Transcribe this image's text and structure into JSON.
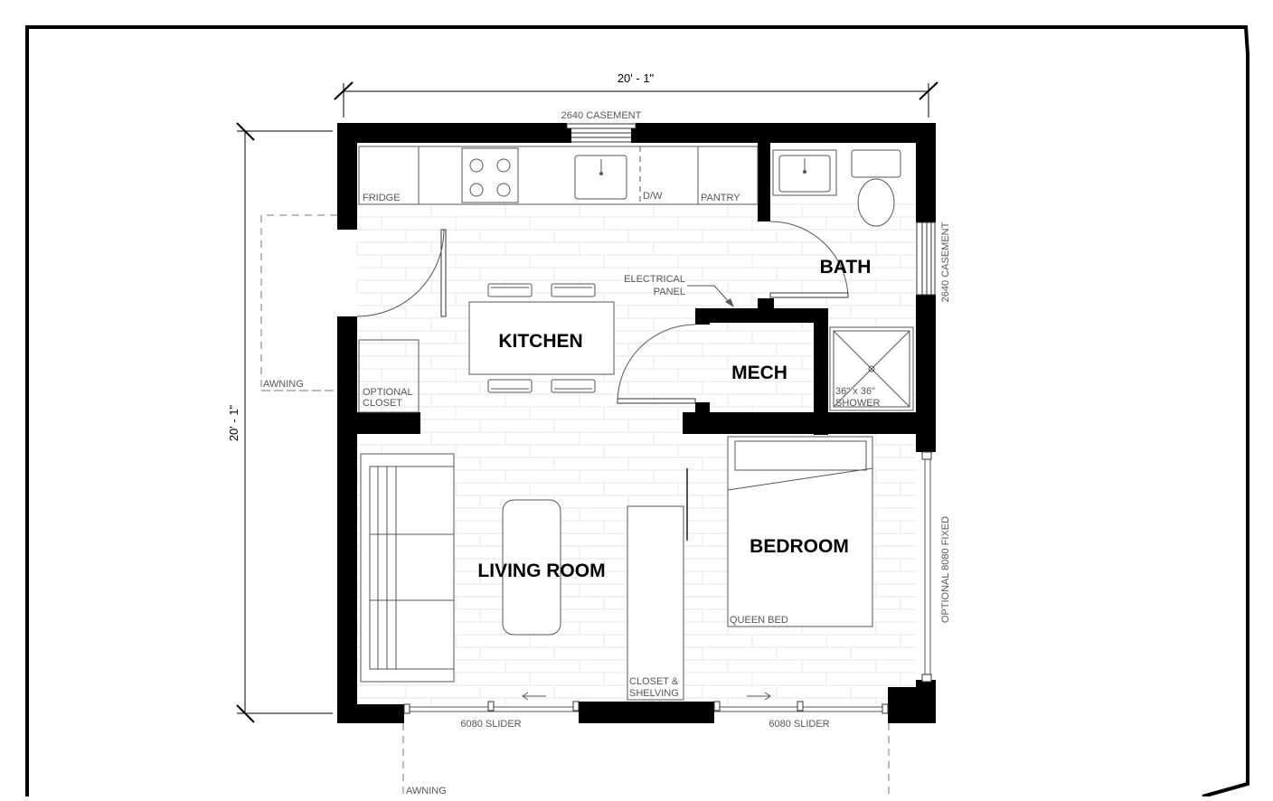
{
  "dimensions": {
    "width": "20' - 1\"",
    "height": "20' - 1\""
  },
  "rooms": {
    "kitchen": "KITCHEN",
    "bath": "BATH",
    "mech": "MECH",
    "bedroom": "BEDROOM",
    "living_room": "LIVING ROOM"
  },
  "fixture_labels": {
    "fridge": "FRIDGE",
    "dw": "D/W",
    "pantry": "PANTRY",
    "electrical_panel_line1": "ELECTRICAL",
    "electrical_panel_line2": "PANEL",
    "optional_closet_line1": "OPTIONAL",
    "optional_closet_line2": "CLOSET",
    "shower_line1": "36\" x 36\"",
    "shower_line2": "SHOWER",
    "queen_bed": "QUEEN BED",
    "closet_shelving_line1": "CLOSET &",
    "closet_shelving_line2": "SHELVING"
  },
  "window_labels": {
    "top_casement": "2640 CASEMENT",
    "right_casement": "2640 CASEMENT",
    "optional_fixed": "OPTIONAL 8080 FIXED",
    "slider_left": "6080 SLIDER",
    "slider_right": "6080 SLIDER"
  },
  "awning_labels": {
    "left": "AWNING",
    "bottom": "AWNING"
  }
}
